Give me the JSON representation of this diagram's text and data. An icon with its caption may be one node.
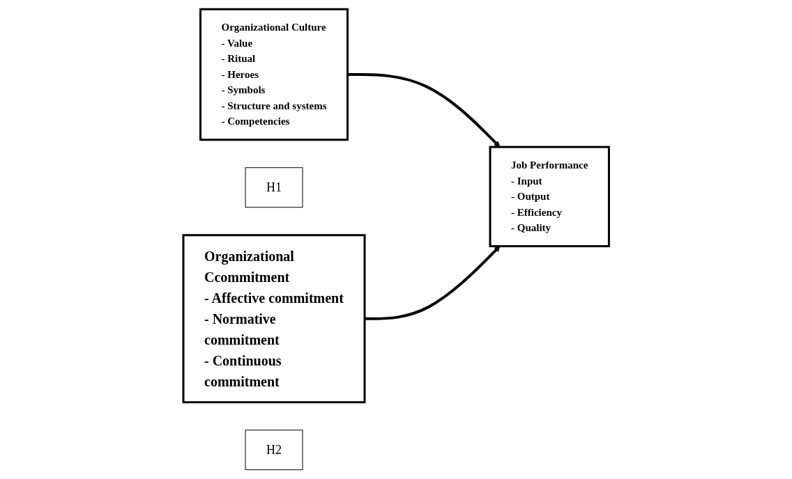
{
  "diagram": {
    "nodes": [
      {
        "text": [
          "Organizational Culture",
          "- Value",
          "- Ritual",
          "- Heroes",
          "- Symbols",
          "- Structure and systems",
          "- Competencies"
        ]
      },
      {
        "text": [
          "H1"
        ]
      },
      {
        "text": [
          "Job Performance",
          "- Input",
          "- Output",
          "- Efficiency",
          "- Quality"
        ]
      },
      {
        "text": [
          "Organizational Ccommitment",
          "- Affective commitment",
          "- Normative commitment",
          "- Continuous commitment"
        ]
      },
      {
        "text": [
          "H2"
        ]
      }
    ],
    "edges": [
      {
        "from": 0,
        "to": 2,
        "arrow": "to"
      },
      {
        "from": 3,
        "to": 2,
        "arrow": "to"
      }
    ]
  }
}
